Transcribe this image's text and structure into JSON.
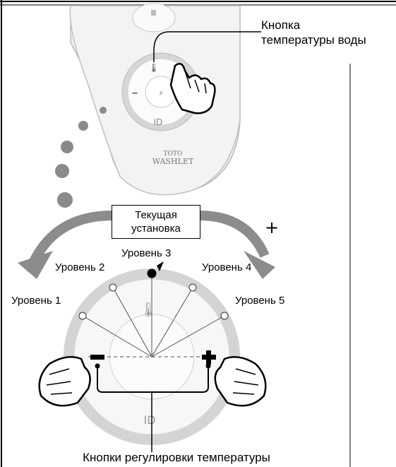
{
  "callouts": {
    "water_temp_button": "Кнопка температуры воды",
    "water_temp_line1": "Кнопка",
    "water_temp_line2": "температуры воды",
    "current_setting_line1": "Текущая",
    "current_setting_line2": "установка",
    "adjust_buttons": "Кнопки регулировки температуры"
  },
  "remote": {
    "brand_line1": "TOTO",
    "brand_line2": "WASHLET",
    "id_label": "ID",
    "minus_symbol": "–"
  },
  "dial": {
    "plus_symbol": "+",
    "current_level": 3,
    "levels": [
      {
        "label": "Уровень 1"
      },
      {
        "label": "Уровень 2"
      },
      {
        "label": "Уровень 3"
      },
      {
        "label": "Уровень 4"
      },
      {
        "label": "Уровень 5"
      }
    ]
  },
  "icons": [
    "water-temperature-icon",
    "hand-pointer-icon",
    "dryer-icon",
    "id-icon"
  ]
}
